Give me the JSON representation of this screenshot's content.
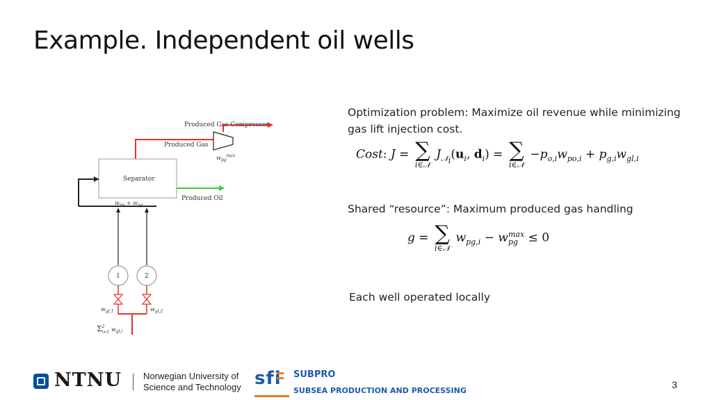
{
  "slide": {
    "title": "Example. Independent oil wells",
    "page_number": "3"
  },
  "diagram": {
    "compressor_label": "Produced Gas Compressor",
    "produced_gas_label": "Produced Gas",
    "compressor_var": "w_pg^max",
    "separator_label": "Separator",
    "produced_oil_label": "Produced Oil",
    "inflow_label": "w_po + w_pg",
    "well_1": "1",
    "well_2": "2",
    "gl1_label": "w_gl,1",
    "gl2_label": "w_gl,2",
    "sum_label": "Σ²ᵢ₌₁ w_gl,i",
    "colors": {
      "gas": "#e8302a",
      "oil": "#3cc83c",
      "line": "#222222"
    }
  },
  "content": {
    "problem_text": "Optimization problem: Maximize oil revenue while minimizing gas lift injection cost.",
    "cost_label": "Cost",
    "resource_text": "Shared “resource”: Maximum produced gas handling",
    "local_text": "Each well operated locally",
    "sum_limit": "i∈𝒩"
  },
  "footer": {
    "ntnu_name": "NTNU",
    "university_line1": "Norwegian University of",
    "university_line2": "Science and Technology",
    "sfi_mark": "sfi",
    "subpro_title": "SUBPRO",
    "subpro_subtitle": "SUBSEA PRODUCTION AND PROCESSING",
    "colors": {
      "ntnu_blue": "#00509e",
      "subpro_blue": "#1d5aa8",
      "sfi_orange": "#e87722"
    }
  }
}
